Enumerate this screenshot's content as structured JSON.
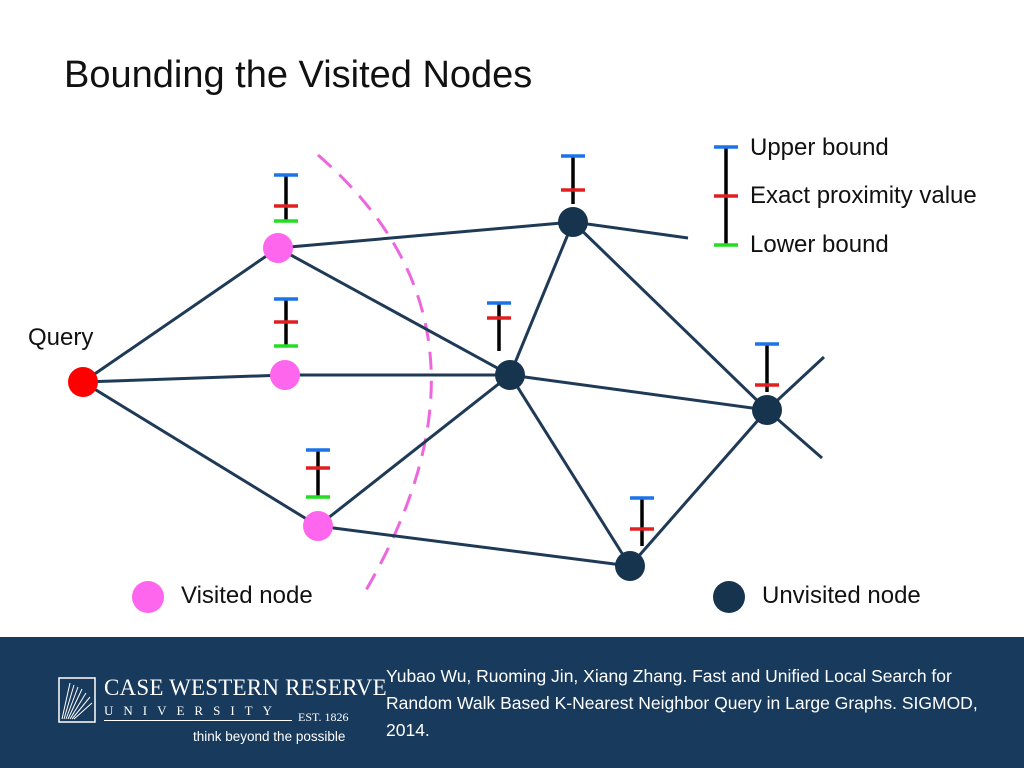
{
  "title": "Bounding the Visited Nodes",
  "query_label": "Query",
  "legend": {
    "upper": "Upper  bound",
    "exact": "Exact  proximity  value",
    "lower": "Lower  bound",
    "visited": "Visited node",
    "unvisited": "Unvisited node"
  },
  "colors": {
    "query": "#ff0000",
    "visited": "#ff66ee",
    "unvisited": "#17344f",
    "edge": "#1f3a56",
    "upper": "#1a73e8",
    "exact": "#e02020",
    "lower": "#22dd22",
    "bar": "#000000",
    "boundary": "#ee66dd",
    "footer": "#183a5c"
  },
  "footer": {
    "logo_line1": "CASE WESTERN RESERVE",
    "logo_line2": "UNIVERSITY",
    "logo_est": "EST. 1826",
    "logo_tagline": "think beyond the possible",
    "citation": "Yubao Wu, Ruoming Jin, Xiang Zhang. Fast and Unified Local Search for Random Walk Based K-Nearest Neighbor Query in Large Graphs. SIGMOD, 2014."
  }
}
